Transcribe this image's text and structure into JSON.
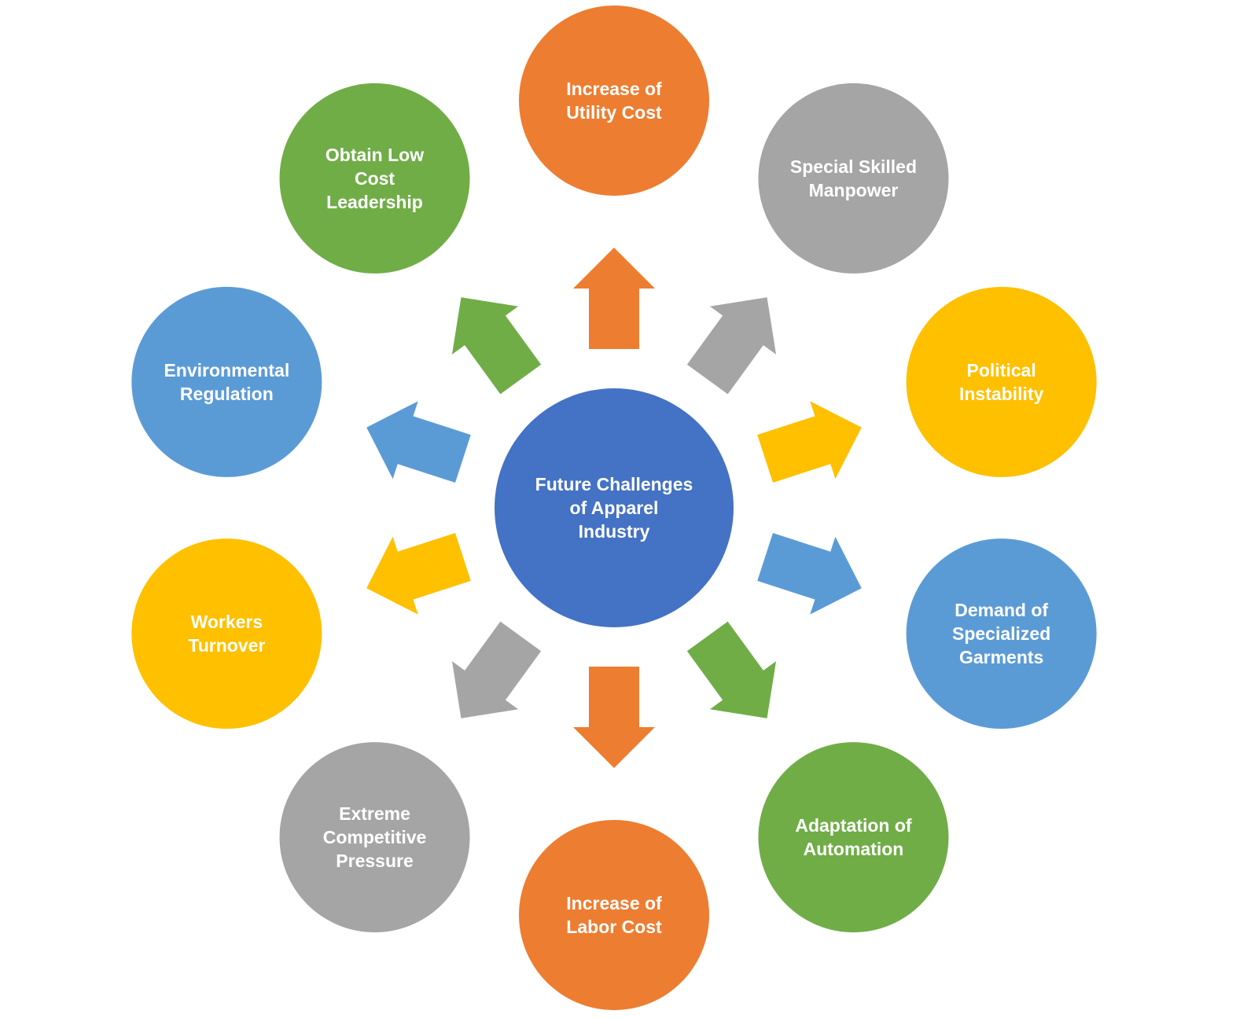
{
  "center": {
    "lines": [
      "Future Challenges",
      "of Apparel",
      "Industry"
    ],
    "color": "#4472C4"
  },
  "nodes": [
    {
      "id": "utility-cost",
      "lines": [
        "Increase of",
        "Utility Cost"
      ],
      "color": "#ED7D31"
    },
    {
      "id": "skilled-manpower",
      "lines": [
        "Special Skilled",
        "Manpower"
      ],
      "color": "#A5A5A5"
    },
    {
      "id": "political",
      "lines": [
        "Political",
        "Instability"
      ],
      "color": "#FFC000"
    },
    {
      "id": "specialized",
      "lines": [
        "Demand of",
        "Specialized",
        "Garments"
      ],
      "color": "#5B9BD5"
    },
    {
      "id": "automation",
      "lines": [
        "Adaptation of",
        "Automation"
      ],
      "color": "#70AD47"
    },
    {
      "id": "labor-cost",
      "lines": [
        "Increase of",
        "Labor Cost"
      ],
      "color": "#ED7D31"
    },
    {
      "id": "competitive",
      "lines": [
        "Extreme",
        "Competitive",
        "Pressure"
      ],
      "color": "#A5A5A5"
    },
    {
      "id": "turnover",
      "lines": [
        "Workers",
        "Turnover"
      ],
      "color": "#FFC000"
    },
    {
      "id": "environmental",
      "lines": [
        "Environmental",
        "Regulation"
      ],
      "color": "#5B9BD5"
    },
    {
      "id": "low-cost",
      "lines": [
        "Obtain Low",
        "Cost",
        "Leadership"
      ],
      "color": "#70AD47"
    }
  ]
}
